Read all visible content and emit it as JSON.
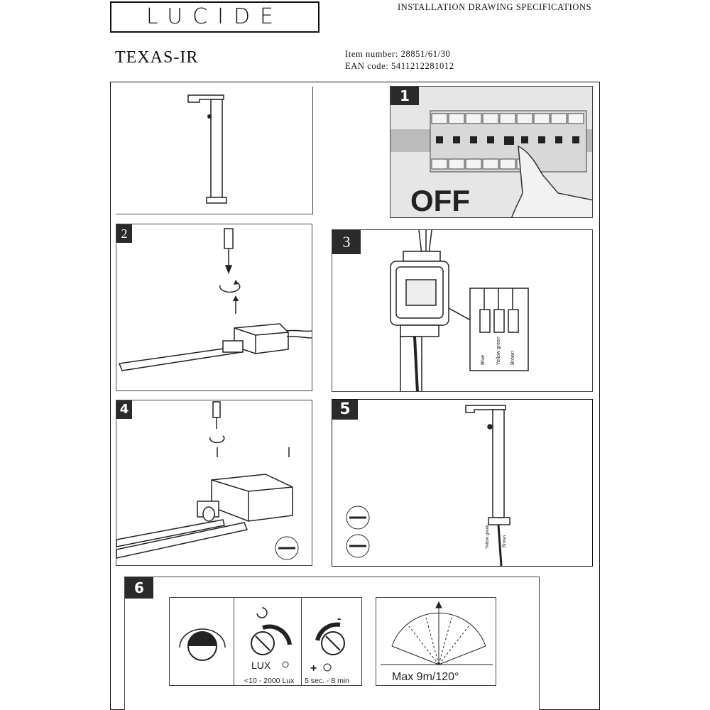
{
  "header": {
    "logo_text": "LUCIDE",
    "spec_title": "INSTALLATION DRAWING SPECIFICATIONS",
    "model": "TEXAS-IR",
    "item_number": "Item number: 28851/61/30",
    "ean_code": "EAN code: 5411212281012"
  },
  "steps": {
    "s1": {
      "num": "1",
      "label": "OFF"
    },
    "s2": {
      "num": "2"
    },
    "s3": {
      "num": "3",
      "wires": [
        "Blue",
        "Yellow green",
        "Brown"
      ]
    },
    "s4": {
      "num": "4"
    },
    "s5": {
      "num": "5",
      "wires": [
        "Yellow green",
        "Brown"
      ]
    },
    "s6": {
      "num": "6",
      "lux_label": "LUX",
      "lux_range": "<10 - 2000 Lux",
      "plus": "+",
      "minus": "-",
      "time_range": "5 sec. - 8 min",
      "detection": "Max 9m/120°"
    }
  },
  "icons": [
    "light-head-icon",
    "circuit-breaker-icon",
    "screwdriver-icon",
    "rotate-arrow-icon",
    "junction-box-icon",
    "terminal-block-icon",
    "lamp-post-icon",
    "lux-dial-icon",
    "sun-icon",
    "moon-icon",
    "timer-dial-icon",
    "clock-icon",
    "detection-fan-icon"
  ],
  "colors": {
    "ink": "#111111",
    "badge": "#2a2a2a",
    "panel_bg": "#e6e6e6"
  }
}
